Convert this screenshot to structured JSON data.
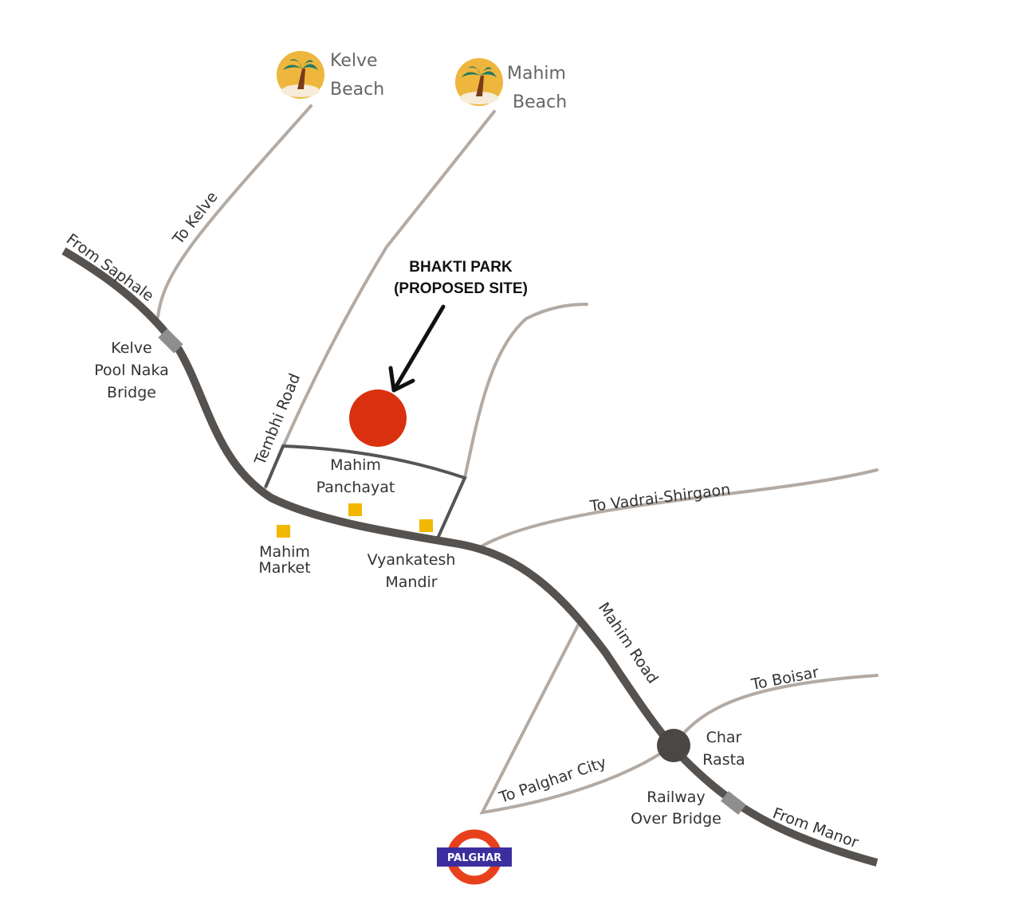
{
  "beaches": [
    {
      "line1": "Kelve",
      "line2": "Beach"
    },
    {
      "line1": "Mahim",
      "line2": "Beach"
    }
  ],
  "site": {
    "line1": "BHAKTI PARK",
    "line2": "(PROPOSED SITE)"
  },
  "roads": {
    "to_kelve": "To Kelve",
    "from_saphale": "From Saphale",
    "tembhi": "Tembhi Road",
    "to_vadrai": "To Vadrai-Shirgaon",
    "mahim_road": "Mahim Road",
    "to_boisar": "To Boisar",
    "to_palghar_city": "To Palghar City",
    "from_manor": "From  Manor"
  },
  "places": {
    "kelve_bridge": [
      "Kelve",
      "Pool Naka",
      "Bridge"
    ],
    "panchayat": [
      "Mahim",
      "Panchayat"
    ],
    "market": [
      "Mahim",
      "Market"
    ],
    "mandir": [
      "Vyankatesh",
      "Mandir"
    ],
    "char_rasta": [
      "Char",
      "Rasta"
    ],
    "rob": [
      "Railway",
      "Over Bridge"
    ]
  },
  "station": {
    "label": "PALGHAR"
  },
  "colors": {
    "main_road": "#555250",
    "minor_road": "#b3aaa3",
    "site": "#d9310f",
    "landmark": "#f2b800",
    "station_ring": "#e8401c",
    "station_bar": "#3c2e9e"
  }
}
